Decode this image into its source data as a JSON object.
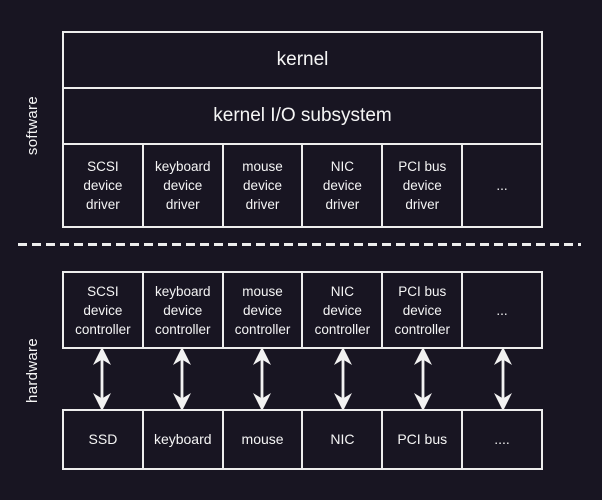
{
  "labels": {
    "software": "software",
    "hardware": "hardware"
  },
  "software": {
    "kernel": "kernel",
    "io_subsystem": "kernel I/O subsystem",
    "drivers": [
      "SCSI\ndevice\ndriver",
      "keyboard\ndevice\ndriver",
      "mouse\ndevice\ndriver",
      "NIC\ndevice\ndriver",
      "PCI bus\ndevice\ndriver",
      "..."
    ]
  },
  "hardware": {
    "controllers": [
      "SCSI\ndevice\ncontroller",
      "keyboard\ndevice\ncontroller",
      "mouse\ndevice\ncontroller",
      "NIC\ndevice\ncontroller",
      "PCI bus\ndevice\ncontroller",
      "..."
    ],
    "devices": [
      "SSD",
      "keyboard",
      "mouse",
      "NIC",
      "PCI bus",
      "...."
    ]
  },
  "icons": {
    "connector": "double-headed-vertical-arrow"
  },
  "colors": {
    "background": "#181522",
    "line": "#ededed",
    "text": "#f5f5f5"
  }
}
